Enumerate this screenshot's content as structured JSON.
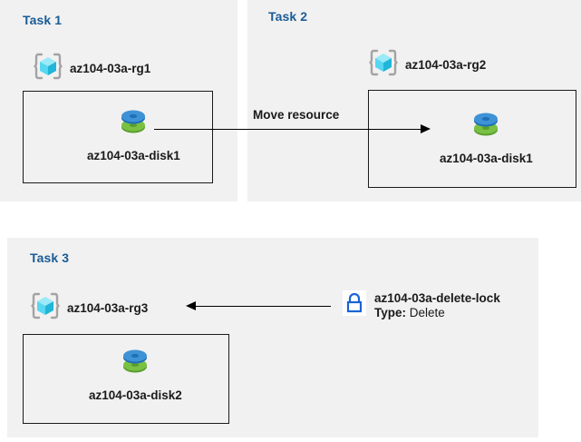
{
  "diagram": {
    "background_color": "#ffffff",
    "panel_color": "#f1f1f1",
    "title_color": "#1a5c96",
    "line_color": "#000000"
  },
  "tasks": [
    {
      "title": "Task 1",
      "resource_group": {
        "icon": "resource-group-cube-icon",
        "label": "az104-03a-rg1"
      },
      "resource": {
        "icon": "managed-disk-icon",
        "label": "az104-03a-disk1"
      }
    },
    {
      "title": "Task 2",
      "resource_group": {
        "icon": "resource-group-cube-icon",
        "label": "az104-03a-rg2"
      },
      "resource": {
        "icon": "managed-disk-icon",
        "label": "az104-03a-disk1"
      }
    },
    {
      "title": "Task 3",
      "resource_group": {
        "icon": "resource-group-cube-icon",
        "label": "az104-03a-rg3"
      },
      "resource": {
        "icon": "managed-disk-icon",
        "label": "az104-03a-disk2"
      }
    }
  ],
  "connectors": {
    "move": {
      "caption": "Move resource",
      "direction": "right"
    },
    "lock": {
      "direction": "left"
    }
  },
  "lock_annotation": {
    "icon": "padlock-icon",
    "name": "az104-03a-delete-lock",
    "type_key": "Type:",
    "type_value": "Delete"
  }
}
